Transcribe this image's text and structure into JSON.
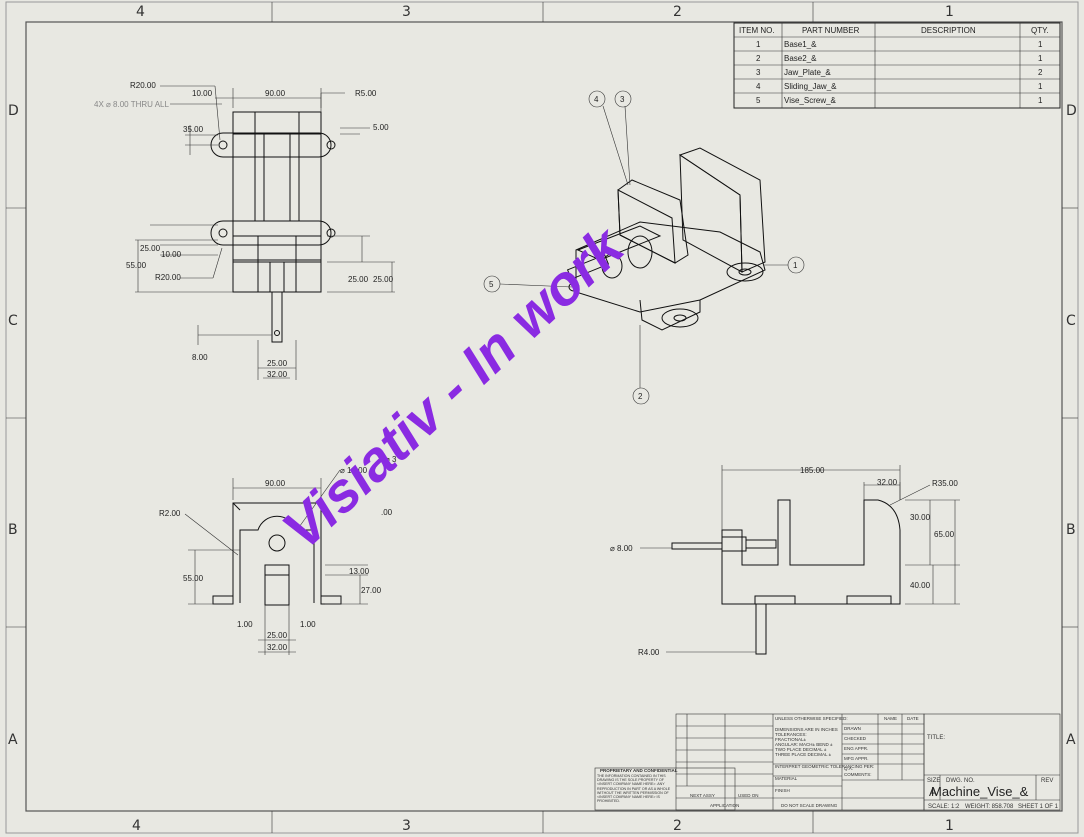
{
  "zones": {
    "columns": [
      "4",
      "3",
      "2",
      "1"
    ],
    "rows": [
      "D",
      "C",
      "B",
      "A"
    ]
  },
  "bom": {
    "headers": [
      "ITEM NO.",
      "PART NUMBER",
      "DESCRIPTION",
      "QTY."
    ],
    "rows": [
      {
        "item": "1",
        "part": "Base1_&",
        "desc": "",
        "qty": "1"
      },
      {
        "item": "2",
        "part": "Base2_&",
        "desc": "",
        "qty": "1"
      },
      {
        "item": "3",
        "part": "Jaw_Plate_&",
        "desc": "",
        "qty": "2"
      },
      {
        "item": "4",
        "part": "Sliding_Jaw_&",
        "desc": "",
        "qty": "1"
      },
      {
        "item": "5",
        "part": "Vise_Screw_&",
        "desc": "",
        "qty": "1"
      }
    ]
  },
  "watermark": "Visiativ - In work",
  "top_view_dims": {
    "r20_top": "R20.00",
    "holes": "4X ⌀ 8.00 THRU ALL",
    "d10": "10.00",
    "d90": "90.00",
    "r5": "R5.00",
    "d35": "35.00",
    "d5": "5.00",
    "d25": "25.00",
    "d10b": "10.00",
    "d55": "55.00",
    "r20b": "R20.00",
    "d25r": "25.00",
    "d25rr": "25.00",
    "d8": "8.00",
    "d25b": "25.00",
    "d32": "32.00"
  },
  "front_view_dims": {
    "d14": "⌀ 14.00",
    "d3": "⌀ 3",
    "d90": "90.00",
    "r2": "R2.00",
    "d00": ".00",
    "d55": "55.00",
    "d13": "13.00",
    "d27": "27.00",
    "d1a": "1.00",
    "d1b": "1.00",
    "d25": "25.00",
    "d32": "32.00"
  },
  "side_view_dims": {
    "d185": "185.00",
    "d32": "32.00",
    "r35": "R35.00",
    "d30": "30.00",
    "d65": "65.00",
    "d40": "40.00",
    "dia8": "⌀ 8.00",
    "r4": "R4.00"
  },
  "balloons": [
    "4",
    "3",
    "1",
    "5",
    "2"
  ],
  "title_block": {
    "unless": "UNLESS OTHERWISE SPECIFIED:",
    "name": "NAME",
    "date": "DATE",
    "dims": "DIMENSIONS ARE IN INCHES",
    "tol": "TOLERANCES:",
    "frac": "FRACTIONAL±",
    "ang": "ANGULAR: MACH±   BEND ±",
    "two": "TWO PLACE DECIMAL    ±",
    "three": "THREE PLACE DECIMAL  ±",
    "drawn": "DRAWN",
    "checked": "CHECKED",
    "eng": "ENG APPR.",
    "mfg": "MFG APPR.",
    "qa": "Q.A.",
    "comments": "COMMENTS:",
    "interpret": "INTERPRET GEOMETRIC TOLERANCING PER:",
    "material": "MATERIAL",
    "finish": "FINISH",
    "prop_title": "PROPRIETARY AND CONFIDENTIAL",
    "prop_text": "THE INFORMATION CONTAINED IN THIS DRAWING IS THE SOLE PROPERTY OF <INSERT COMPANY NAME HERE>. ANY REPRODUCTION IN PART OR AS A WHOLE WITHOUT THE WRITTEN PERMISSION OF <INSERT COMPANY NAME HERE> IS PROHIBITED.",
    "next_assy": "NEXT ASSY",
    "used_on": "USED ON",
    "application": "APPLICATION",
    "do_not_scale": "DO NOT SCALE DRAWING",
    "title_label": "TITLE:",
    "size_label": "SIZE",
    "size_value": "A",
    "dwg_label": "DWG. NO.",
    "dwg_value": "Machine_Vise_&",
    "rev_label": "REV",
    "scale": "SCALE: 1:2",
    "weight": "WEIGHT: 858.708",
    "sheet": "SHEET 1 OF 1"
  }
}
